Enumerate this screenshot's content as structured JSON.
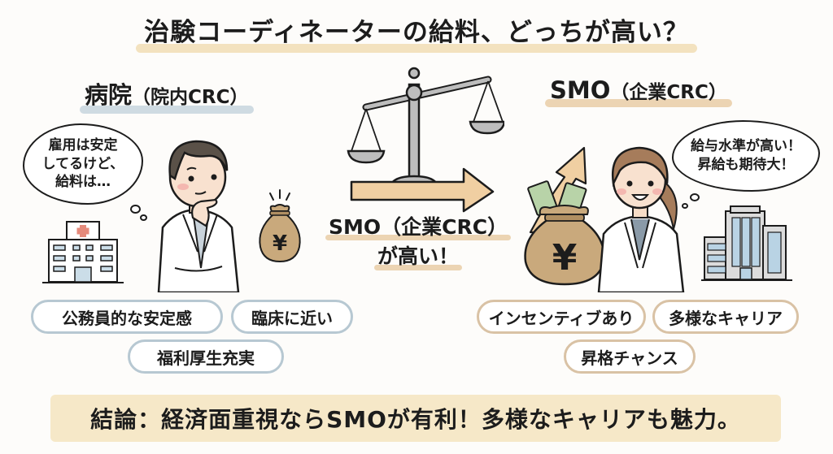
{
  "title": "治験コーディネーターの給料、どっちが高い？",
  "left": {
    "heading_main": "病院",
    "heading_sub": "（院内CRC）",
    "thought": [
      "雇用は安定",
      "してるけど、",
      "給料は…"
    ],
    "icons": [
      "hospital-icon",
      "doctor-male-icon",
      "yen-money-bag-small-icon"
    ],
    "pills": [
      "公務員的な安定感",
      "臨床に近い",
      "福利厚生充実"
    ],
    "accent_color": "#b7c8d2"
  },
  "center": {
    "icons": [
      "balance-scale-icon",
      "right-arrow-icon"
    ],
    "verdict_line1": "SMO（企業CRC）",
    "verdict_line2": "が高い！"
  },
  "right": {
    "heading_main": "SMO",
    "heading_sub": "（企業CRC）",
    "thought": [
      "給与水準が高い！",
      "昇給も期待大！"
    ],
    "icons": [
      "yen-money-bag-large-icon",
      "up-arrow-icon",
      "doctor-female-icon",
      "office-building-icon"
    ],
    "pills": [
      "インセンティブあり",
      "多様なキャリア",
      "昇格チャンス"
    ],
    "accent_color": "#d9c2a5"
  },
  "conclusion": "結論：経済面重視ならSMOが有利！多様なキャリアも魅力。",
  "colors": {
    "title_highlight": "#f3e2bf",
    "conclusion_bg": "#f6e8c8",
    "arrow": "#f0cfa2",
    "money_bag": "#c9a97c"
  }
}
